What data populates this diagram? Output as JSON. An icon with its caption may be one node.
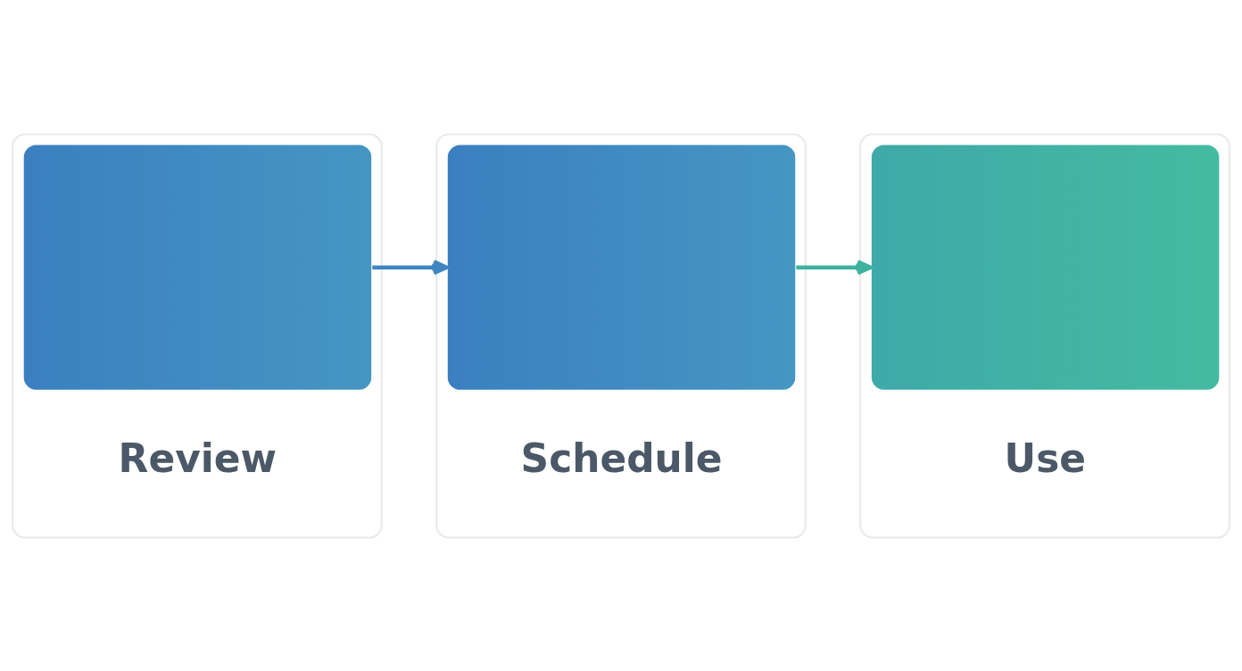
{
  "diagram": {
    "nodes": [
      {
        "text": [
          "Review"
        ]
      },
      {
        "text": [
          "Schedule"
        ]
      },
      {
        "text": [
          "Use"
        ]
      }
    ],
    "edges": [
      {
        "from": 0,
        "to": 1,
        "arrow": "to",
        "color": "#3f86c0"
      },
      {
        "from": 1,
        "to": 2,
        "arrow": "to",
        "color": "#3db39f"
      }
    ]
  }
}
